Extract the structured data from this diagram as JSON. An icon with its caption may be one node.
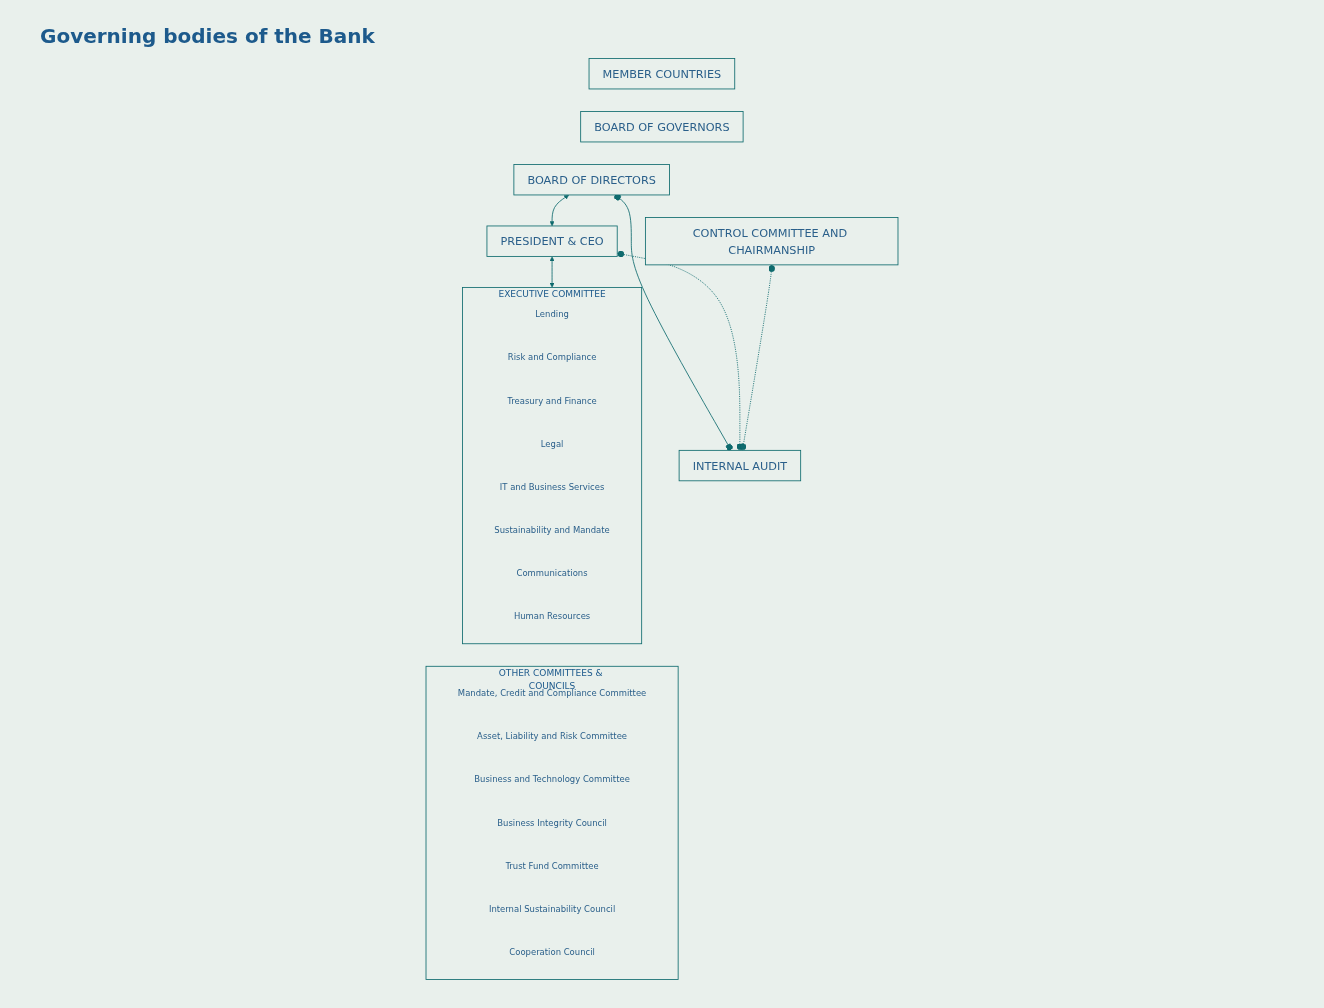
{
  "diagram": {
    "title": "Governing bodies of the Bank",
    "nodes": [
      {
        "text": [
          "MEMBER COUNTRIES"
        ]
      },
      {
        "text": [
          "BOARD OF GOVERNORS"
        ]
      },
      {
        "text": [
          "BOARD OF DIRECTORS"
        ]
      },
      {
        "text": [
          "CONTROL COMMITTEE AND CHAIRMANSHIP"
        ]
      },
      {
        "text": [
          "PRESIDENT & CEO"
        ]
      },
      {
        "text": [
          "INTERNAL AUDIT"
        ]
      },
      {
        "text": [
          "EXECUTIVE COMMITTEE"
        ]
      },
      {
        "text": [
          "Lending"
        ],
        "in": 6
      },
      {
        "text": [
          "Risk and Compliance"
        ],
        "in": 6
      },
      {
        "text": [
          "Treasury and Finance"
        ],
        "in": 6
      },
      {
        "text": [
          "Legal"
        ],
        "in": 6
      },
      {
        "text": [
          "IT and Business Services"
        ],
        "in": 6
      },
      {
        "text": [
          "Sustainability and Mandate"
        ],
        "in": 6
      },
      {
        "text": [
          "Communications"
        ],
        "in": 6
      },
      {
        "text": [
          "Human Resources"
        ],
        "in": 6
      },
      {
        "text": [
          "OTHER COMMITTEES & COUNCILS"
        ]
      },
      {
        "text": [
          "Mandate, Credit and Compliance Committee"
        ],
        "in": 15
      },
      {
        "text": [
          "Asset, Liability and Risk Committee"
        ],
        "in": 15
      },
      {
        "text": [
          "Business and Technology Committee"
        ],
        "in": 15
      },
      {
        "text": [
          "Business Integrity Council"
        ],
        "in": 15
      },
      {
        "text": [
          "Trust Fund Committee"
        ],
        "in": 15
      },
      {
        "text": [
          "Internal Sustainability Council"
        ],
        "in": 15
      },
      {
        "text": [
          "Cooperation Council"
        ],
        "in": 15
      }
    ],
    "edges": [
      {
        "from": 2,
        "to": 4,
        "arrow": "both"
      },
      {
        "from": 4,
        "to": 6,
        "arrow": "both"
      },
      {
        "from": 2,
        "to": 5,
        "arrow": "other"
      },
      {
        "from": 4,
        "to": 5,
        "arrow": "other",
        "style": "dashed"
      },
      {
        "from": 3,
        "to": 5,
        "arrow": "other",
        "style": "dashed"
      }
    ]
  }
}
